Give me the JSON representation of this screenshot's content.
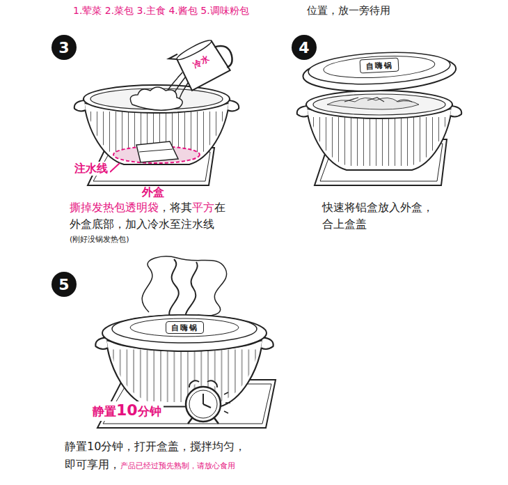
{
  "diagram": {
    "nodes": [
      {
        "text": [
          "3"
        ]
      },
      {
        "text": [
          "4"
        ]
      },
      {
        "text": [
          "自嗨锅"
        ]
      },
      {
        "text": [
          "5"
        ]
      },
      {
        "text": [
          "自嗨锅"
        ]
      }
    ],
    "labels": [
      "1.荤菜 2.菜包 3.主食 4.酱包 5.调味粉包",
      "位置，放一旁待用",
      "冷水",
      "注水线",
      "外盒",
      "撕掉发热包透明袋",
      "，将其",
      "平方",
      "在外盒底部，加入冷水至注水线",
      "(刚好没锅发热包)",
      "快速将铝盒放入外盒，合上盒盖",
      "静置",
      "10",
      "分钟",
      "静置10分钟，打开盒盖，搅拌均匀，即可享用，",
      "产品已经过预先熟制，请放心食用"
    ]
  }
}
